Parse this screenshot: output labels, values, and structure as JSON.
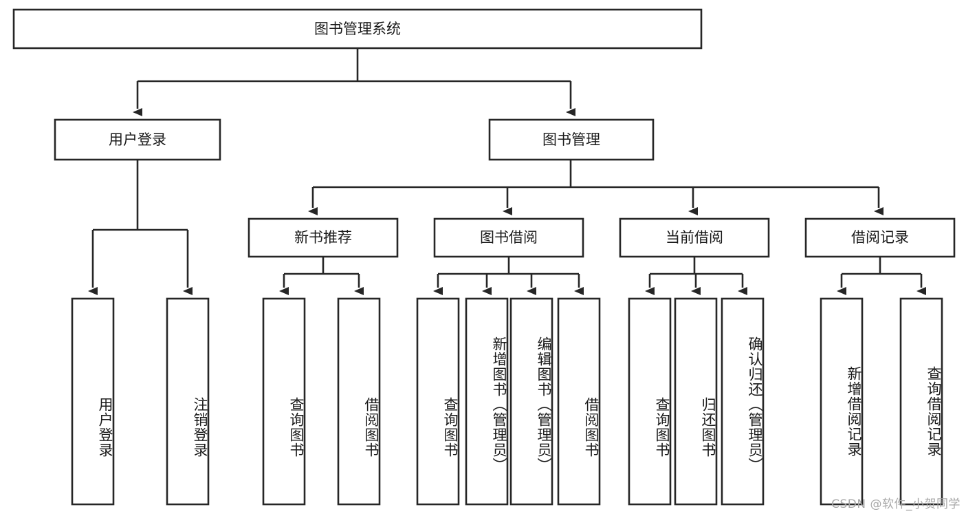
{
  "diagram": {
    "title_node": {
      "label": "图书管理系统"
    },
    "level2": [
      {
        "id": "user-login",
        "label": "用户登录"
      },
      {
        "id": "book-management",
        "label": "图书管理"
      }
    ],
    "level3": [
      {
        "id": "new-book-recommend",
        "label": "新书推荐"
      },
      {
        "id": "book-borrow",
        "label": "图书借阅"
      },
      {
        "id": "current-borrow",
        "label": "当前借阅"
      },
      {
        "id": "borrow-record",
        "label": "借阅记录"
      }
    ],
    "leaves": {
      "user_login": [
        {
          "id": "leaf-user-login",
          "label": "用户登录"
        },
        {
          "id": "leaf-logout-login",
          "label": "注销登录"
        }
      ],
      "new_book_recommend": [
        {
          "id": "leaf-query-book-1",
          "label": "查询图书"
        },
        {
          "id": "leaf-borrow-book-1",
          "label": "借阅图书"
        }
      ],
      "book_borrow": [
        {
          "id": "leaf-query-book-2",
          "label": "查询图书"
        },
        {
          "id": "leaf-add-book",
          "label": "新增图书（管理员）"
        },
        {
          "id": "leaf-edit-book",
          "label": "编辑图书（管理员）"
        },
        {
          "id": "leaf-borrow-book-2",
          "label": "借阅图书"
        }
      ],
      "current_borrow": [
        {
          "id": "leaf-query-book-3",
          "label": "查询图书"
        },
        {
          "id": "leaf-return-book",
          "label": "归还图书"
        },
        {
          "id": "leaf-confirm-return",
          "label": "确认归还（管理员）"
        }
      ],
      "borrow_record": [
        {
          "id": "leaf-add-record",
          "label": "新增借阅记录"
        },
        {
          "id": "leaf-query-record",
          "label": "查询借阅记录"
        }
      ]
    }
  },
  "watermark": {
    "text": "CSDN @软件_小贺同学"
  },
  "colors": {
    "stroke": "#262626",
    "box_fill": "#ffffff",
    "text": "#1a1a1a",
    "watermark": "#a8a8a8",
    "background": "#ffffff"
  }
}
